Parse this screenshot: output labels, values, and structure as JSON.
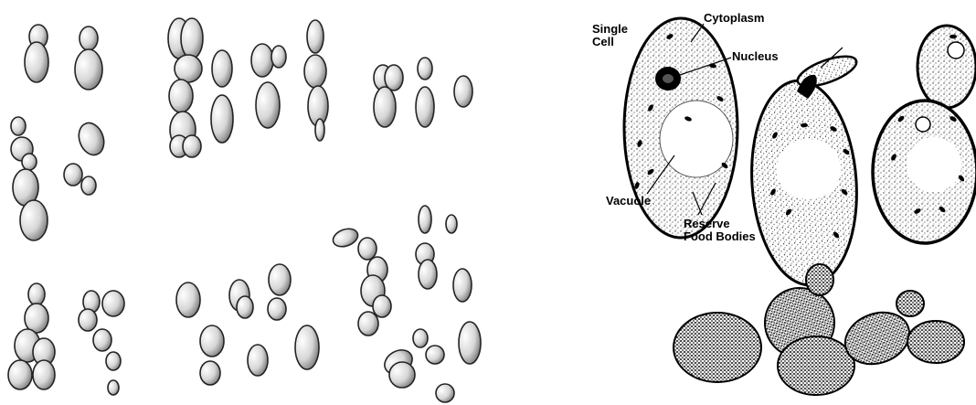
{
  "figure": {
    "left_panel": {
      "subject": "yeast-cell-sketches"
    },
    "right_panel": {
      "labels": {
        "single_cell": "Single\nCell",
        "cytoplasm": "Cytoplasm",
        "nucleus": "Nucleus",
        "vacuole": "Vacuole",
        "reserve_food_bodies": "Reserve\nFood Bodies"
      }
    }
  },
  "colors": {
    "ink": "#000000",
    "stipple": "#2a2a2a",
    "dark_fill": "#1a1a1a",
    "background": "#ffffff"
  }
}
